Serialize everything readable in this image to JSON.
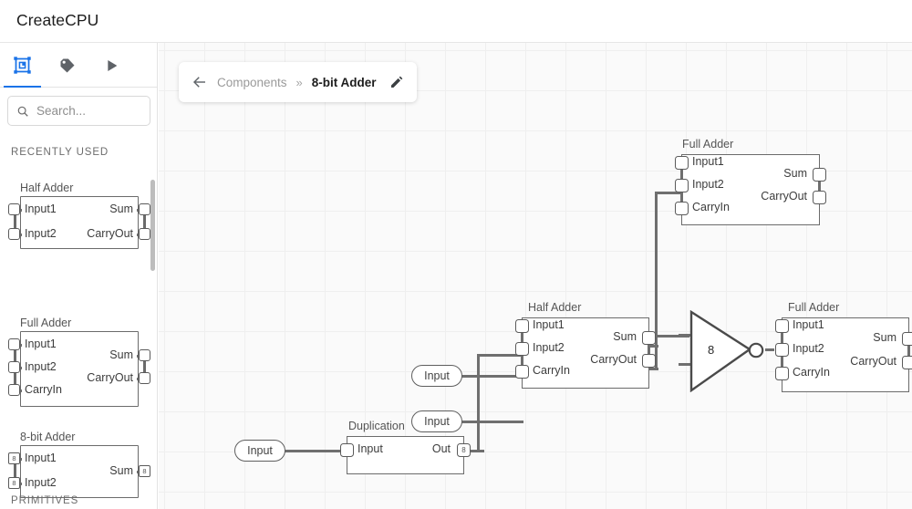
{
  "window": {
    "title": "CreateCPU"
  },
  "sidebar": {
    "tabs": [
      {
        "name": "components-tab",
        "icon": "components-icon",
        "active": true
      },
      {
        "name": "labels-tab",
        "icon": "tag-icon",
        "active": false
      },
      {
        "name": "run-tab",
        "icon": "play-icon",
        "active": false
      }
    ],
    "search": {
      "placeholder": "Search...",
      "value": "",
      "icon": "search-icon"
    },
    "sections": [
      {
        "heading": "RECENTLY USED"
      },
      {
        "heading": "PRIMITIVES"
      }
    ],
    "palette": [
      {
        "title": "Half Adder",
        "inputs": [
          {
            "label": "Input1",
            "width": ""
          },
          {
            "label": "Input2",
            "width": ""
          }
        ],
        "outputs": [
          {
            "label": "Sum",
            "width": ""
          },
          {
            "label": "CarryOut",
            "width": ""
          }
        ]
      },
      {
        "title": "Full Adder",
        "inputs": [
          {
            "label": "Input1",
            "width": ""
          },
          {
            "label": "Input2",
            "width": ""
          },
          {
            "label": "CarryIn",
            "width": ""
          }
        ],
        "outputs": [
          {
            "label": "Sum",
            "width": ""
          },
          {
            "label": "CarryOut",
            "width": ""
          }
        ]
      },
      {
        "title": "8-bit Adder",
        "inputs": [
          {
            "label": "Input1",
            "width": "8"
          },
          {
            "label": "Input2",
            "width": "8"
          }
        ],
        "outputs": [
          {
            "label": "Sum",
            "width": "8"
          }
        ]
      }
    ]
  },
  "canvas": {
    "breadcrumb": {
      "back_icon": "arrow-left-icon",
      "root": "Components",
      "separator": "»",
      "current": "8-bit Adder",
      "edit_icon": "pencil-icon"
    },
    "nodes": [
      {
        "id": "full-adder-top",
        "title": "Full Adder",
        "inputs": [
          {
            "label": "Input1"
          },
          {
            "label": "Input2"
          },
          {
            "label": "CarryIn"
          }
        ],
        "outputs": [
          {
            "label": "Sum"
          },
          {
            "label": "CarryOut"
          }
        ]
      },
      {
        "id": "half-adder-mid",
        "title": "Half Adder",
        "inputs": [
          {
            "label": "Input1"
          },
          {
            "label": "Input2"
          },
          {
            "label": "CarryIn"
          }
        ],
        "outputs": [
          {
            "label": "Sum"
          },
          {
            "label": "CarryOut"
          }
        ]
      },
      {
        "id": "full-adder-right",
        "title": "Full Adder",
        "inputs": [
          {
            "label": "Input1"
          },
          {
            "label": "Input2"
          },
          {
            "label": "CarryIn"
          }
        ],
        "outputs": [
          {
            "label": "Sum"
          },
          {
            "label": "CarryOut"
          }
        ]
      },
      {
        "id": "duplication",
        "title": "Duplication",
        "inputs": [
          {
            "label": "Input"
          }
        ],
        "outputs": [
          {
            "label": "Out",
            "width": "8"
          }
        ]
      }
    ],
    "io_pills": [
      {
        "id": "input-pill-1",
        "label": "Input"
      },
      {
        "id": "input-pill-2",
        "label": "Input"
      },
      {
        "id": "input-pill-3",
        "label": "Input"
      }
    ],
    "buffer_gate": {
      "id": "buffer-gate",
      "label": "8"
    }
  },
  "colors": {
    "accent": "#1a73e8",
    "canvas_bg": "#fafafa",
    "grid_line": "#efefef",
    "wire": "#6f6f6f",
    "node_border": "#6b6b6b"
  }
}
